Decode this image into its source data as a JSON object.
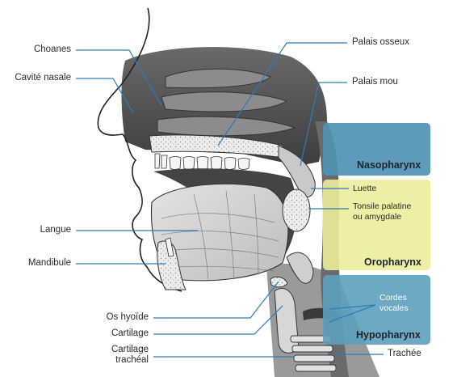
{
  "labels_left": {
    "choanes": "Choanes",
    "cavite_nasale": "Cavité nasale",
    "langue": "Langue",
    "mandibule": "Mandibule",
    "os_hyoide": "Os hyoïde",
    "cartilage": "Cartilage",
    "cartilage_tracheal_line1": "Cartilage",
    "cartilage_tracheal_line2": "trachéal"
  },
  "labels_right": {
    "palais_osseux": "Palais osseux",
    "palais_mou": "Palais mou",
    "trachee": "Trachée"
  },
  "zones": {
    "nasopharynx": "Nasopharynx",
    "oropharynx": "Oropharynx",
    "hypopharynx": "Hypopharynx",
    "luette": "Luette",
    "tonsile_line1": "Tonsile palatine",
    "tonsile_line2": "ou amygdale",
    "cordes_line1": "Cordes",
    "cordes_line2": "vocales"
  },
  "colors": {
    "nasopharynx": "#4f93b3",
    "oropharynx": "#ecec9a",
    "hypopharynx": "#5d9fbe",
    "leader_line": "#2c7cb8",
    "tissue": "#cfcfcf",
    "dark_tissue": "#555555",
    "skin_outline": "#222222"
  }
}
